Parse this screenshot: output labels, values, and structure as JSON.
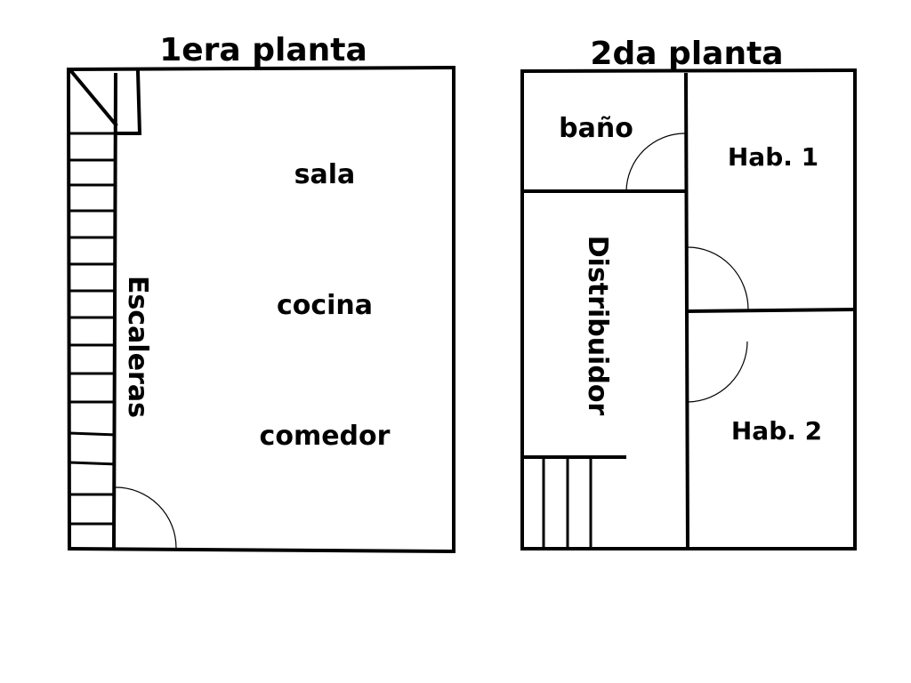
{
  "floors": {
    "first": {
      "title": "1era planta",
      "rooms": {
        "stairs": "Escaleras",
        "living": "sala",
        "kitchen": "cocina",
        "dining": "comedor"
      }
    },
    "second": {
      "title": "2da planta",
      "rooms": {
        "bathroom": "baño",
        "hallway": "Distribuidor",
        "bedroom1": "Hab. 1",
        "bedroom2": "Hab. 2"
      }
    }
  },
  "colors": {
    "line": "#000000",
    "background": "#ffffff"
  }
}
